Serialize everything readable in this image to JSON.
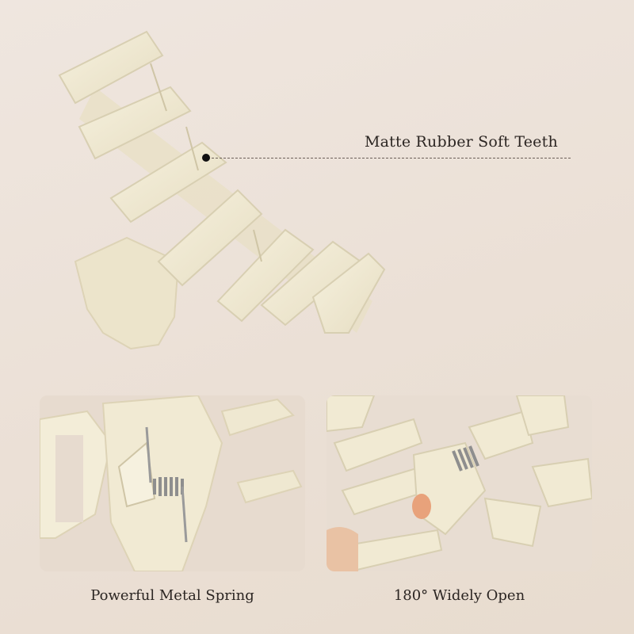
{
  "callout": {
    "label": "Matte Rubber Soft Teeth"
  },
  "panels": [
    {
      "caption": "Powerful Metal Spring"
    },
    {
      "caption": "180° Widely Open"
    }
  ],
  "colors": {
    "claw": "#f2ecd6",
    "claw_shadow": "#ddd4b8",
    "background": "#ebe0d6",
    "spring": "#9a9a9a"
  }
}
